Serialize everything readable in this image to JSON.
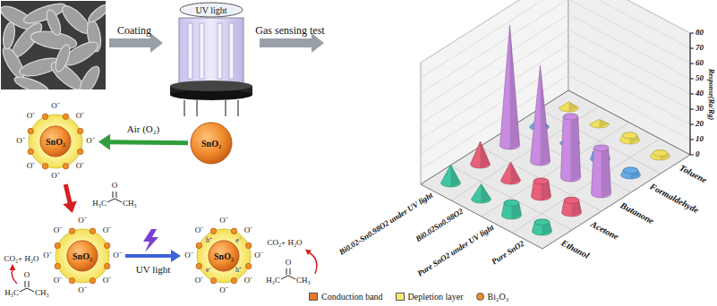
{
  "diagram": {
    "nodes": [
      {
        "text": [
          "UV light"
        ]
      },
      {
        "text": [
          "SnO₂"
        ]
      },
      {
        "text": [
          "SnO₂"
        ]
      },
      {
        "text": [
          "SnO₂"
        ]
      },
      {
        "text": [
          "SnO₂"
        ]
      }
    ],
    "edges": [
      {
        "from": 1,
        "to": 2,
        "arrow": "to",
        "label": "Air (O₂)"
      },
      {
        "from": 2,
        "to": 3,
        "arrow": "to"
      },
      {
        "from": 3,
        "to": 4,
        "arrow": "to",
        "label": "UV light"
      }
    ],
    "labels": [
      "Coating",
      "Gas sensing test",
      "O⁻",
      "O⁻",
      "O⁻",
      "O⁻",
      "O⁻",
      "O⁻",
      "O⁻",
      "O⁻",
      "O⁻",
      "O⁻",
      "O⁻",
      "O⁻",
      "O⁻",
      "O⁻",
      "O⁻",
      "O⁻",
      "O⁻",
      "O⁻",
      "O⁻",
      "O⁻",
      "O⁻",
      "O⁻",
      "O⁻",
      "O⁻",
      "e⁻",
      "e⁻",
      "h⁺",
      "h⁺",
      "O",
      "H₃C",
      "CH₃",
      "CO₂+ H₂O",
      "O",
      "H₃C",
      "CH₃",
      "CO₂+ H₂O",
      "O",
      "H₃C",
      "CH₃",
      "Bi0.02-Sn0.98O2 under UV light",
      "Bi0.02Sn0.98O2",
      "Pure SnO2 under UV light",
      "Pure SnO2",
      "Ethanol",
      "Acetone",
      "Butanone",
      "Formaldehyde",
      "Toluene",
      "0",
      "10",
      "20",
      "30",
      "40",
      "50",
      "60",
      "70",
      "80",
      "Response(Ra/Rg)"
    ],
    "legend": [
      {
        "text": "Conduction band",
        "color": "#e8792e"
      },
      {
        "text": "Depletion layer",
        "color": "#f7ea6e"
      },
      {
        "text": "Bi₂O₃",
        "color": "#ee8f2a"
      }
    ]
  }
}
